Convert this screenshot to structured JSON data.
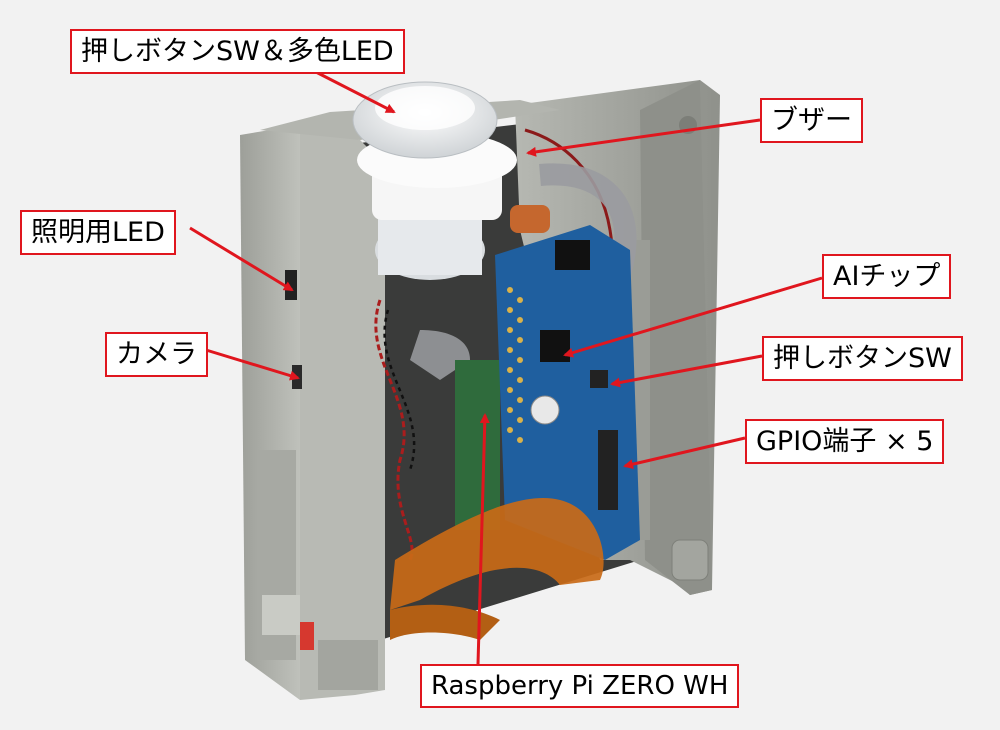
{
  "annotations": {
    "button_led": "押しボタンSW＆多色LED",
    "buzzer": "ブザー",
    "light_led": "照明用LED",
    "ai_chip": "AIチップ",
    "camera": "カメラ",
    "push_sw": "押しボタンSW",
    "gpio": "GPIO端子 × 5",
    "rpi": "Raspberry Pi ZERO WH"
  },
  "colors": {
    "label_border": "#e0161e",
    "arrow": "#e0161e",
    "background": "#f2f2f2",
    "case_gray": "#a9aba5",
    "board_blue": "#1f5f9f"
  }
}
